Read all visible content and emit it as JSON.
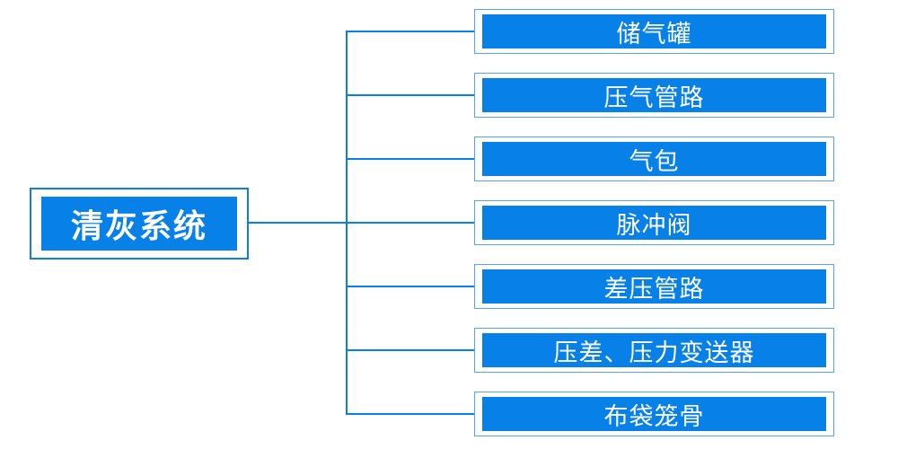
{
  "diagram": {
    "type": "tree",
    "root": {
      "label": "清灰系统"
    },
    "children": [
      {
        "label": "储气罐"
      },
      {
        "label": "压气管路"
      },
      {
        "label": "气包"
      },
      {
        "label": "脉冲阀"
      },
      {
        "label": "差压管路"
      },
      {
        "label": "压差、压力变送器"
      },
      {
        "label": "布袋笼骨"
      }
    ]
  },
  "colors": {
    "node_fill": "#0780E8",
    "connector": "#0780E8",
    "child_border": "#55A4F0",
    "root_border": "#0E7FE0",
    "text": "#FFFFFF",
    "background": "#FFFFFF"
  }
}
